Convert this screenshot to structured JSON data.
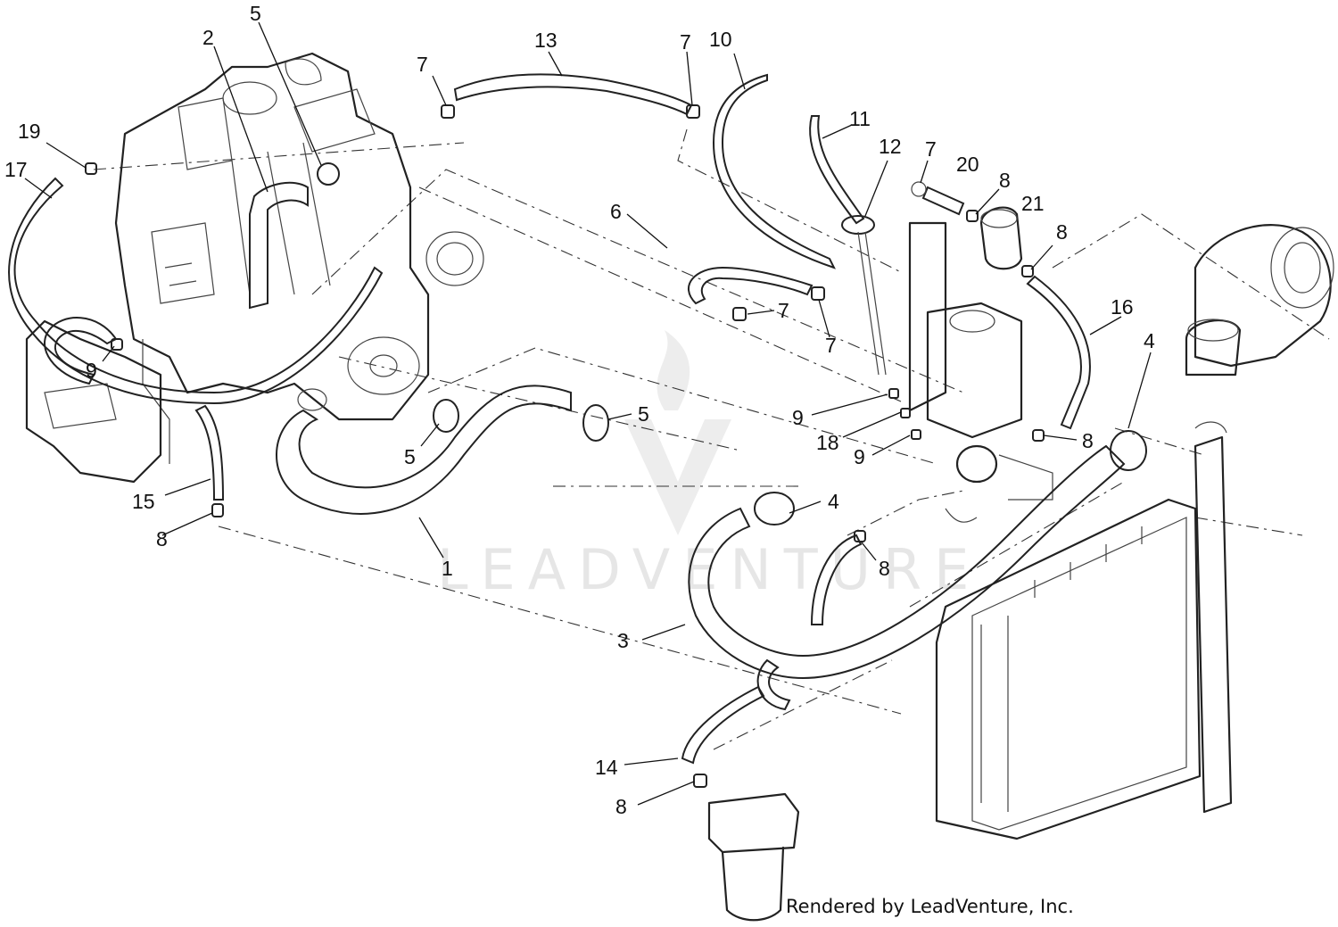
{
  "callouts": [
    {
      "id": "1",
      "label": "1"
    },
    {
      "id": "2",
      "label": "2"
    },
    {
      "id": "3",
      "label": "3"
    },
    {
      "id": "4a",
      "label": "4"
    },
    {
      "id": "4b",
      "label": "4"
    },
    {
      "id": "5a",
      "label": "5"
    },
    {
      "id": "5b",
      "label": "5"
    },
    {
      "id": "5c",
      "label": "5"
    },
    {
      "id": "6",
      "label": "6"
    },
    {
      "id": "7a",
      "label": "7"
    },
    {
      "id": "7b",
      "label": "7"
    },
    {
      "id": "7c",
      "label": "7"
    },
    {
      "id": "7d",
      "label": "7"
    },
    {
      "id": "7e",
      "label": "7"
    },
    {
      "id": "8a",
      "label": "8"
    },
    {
      "id": "8b",
      "label": "8"
    },
    {
      "id": "8c",
      "label": "8"
    },
    {
      "id": "8d",
      "label": "8"
    },
    {
      "id": "8e",
      "label": "8"
    },
    {
      "id": "8f",
      "label": "8"
    },
    {
      "id": "9a",
      "label": "9"
    },
    {
      "id": "9b",
      "label": "9"
    },
    {
      "id": "9c",
      "label": "9"
    },
    {
      "id": "10",
      "label": "10"
    },
    {
      "id": "11",
      "label": "11"
    },
    {
      "id": "12",
      "label": "12"
    },
    {
      "id": "13",
      "label": "13"
    },
    {
      "id": "14",
      "label": "14"
    },
    {
      "id": "15",
      "label": "15"
    },
    {
      "id": "16",
      "label": "16"
    },
    {
      "id": "17",
      "label": "17"
    },
    {
      "id": "18",
      "label": "18"
    },
    {
      "id": "19",
      "label": "19"
    },
    {
      "id": "20",
      "label": "20"
    },
    {
      "id": "21",
      "label": "21"
    }
  ],
  "watermark": {
    "text": "LEADVENTURE"
  },
  "credit": {
    "text": "Rendered by LeadVenture, Inc."
  }
}
